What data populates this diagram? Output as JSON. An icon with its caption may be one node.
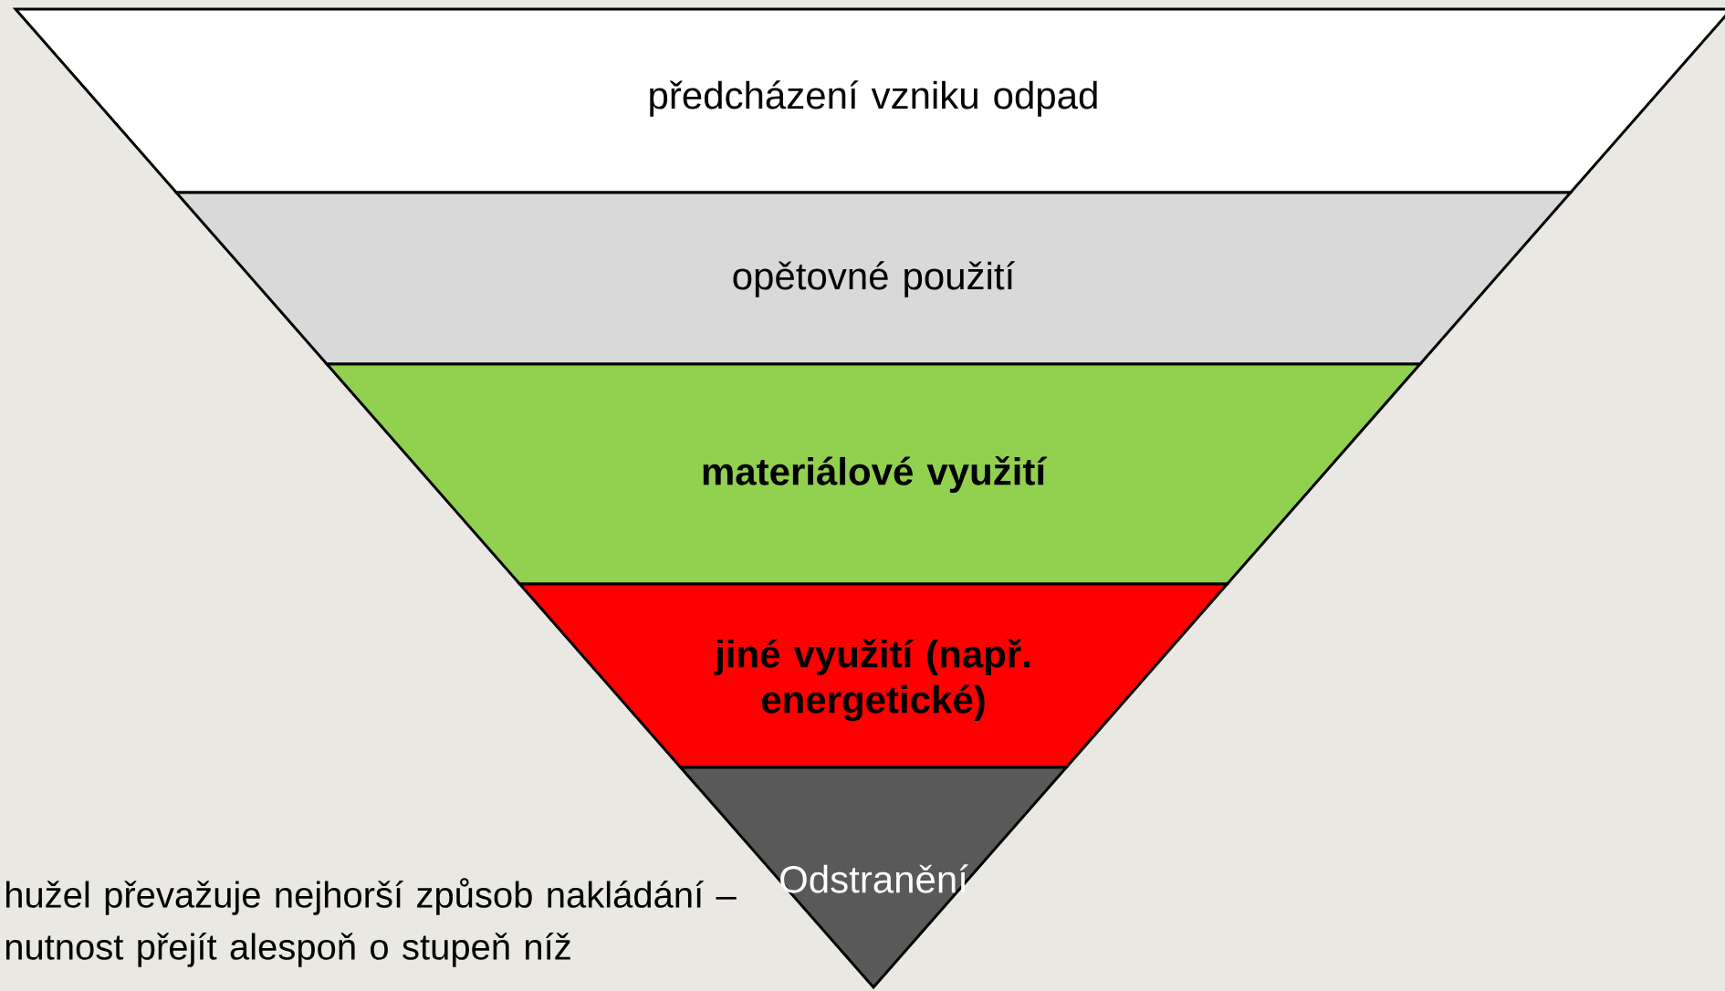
{
  "diagram": {
    "nodes": [
      {
        "text": [
          "předcházení vzniku odpad"
        ]
      },
      {
        "text": [
          "opětovné použití"
        ]
      },
      {
        "text": [
          "materiálové využití"
        ]
      },
      {
        "text": [
          "jiné využití (např. energetické)"
        ]
      },
      {
        "text": [
          "Odstranění"
        ]
      }
    ],
    "labels": [
      "hužel převažuje nejhorší způsob nakládání – nutnost přejít alespoň o stupeň níž"
    ]
  }
}
